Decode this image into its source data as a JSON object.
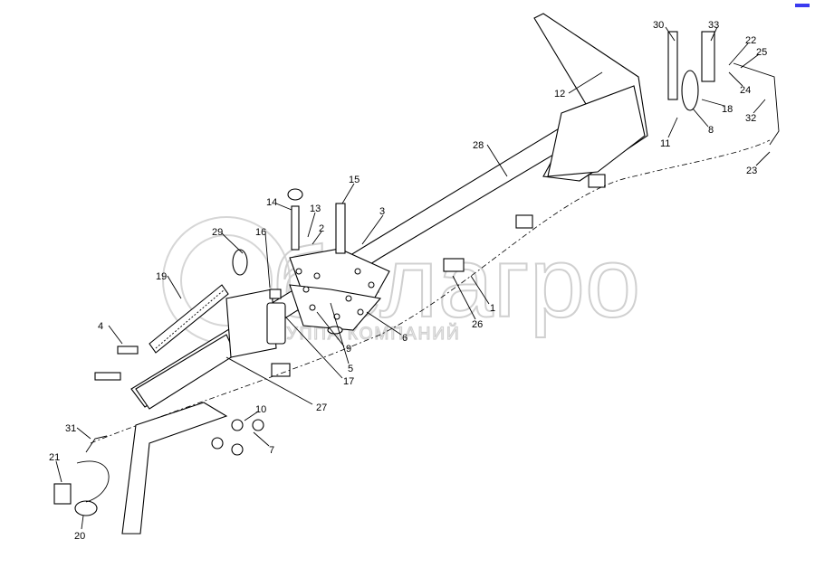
{
  "watermark": {
    "brand": "белагро",
    "subtitle": "ГРУППА КОМПАНИЙ"
  },
  "colors": {
    "lines": "#000000",
    "watermark": "#d0d0d0",
    "corner_mark": "#3a3af0"
  },
  "callouts": {
    "c30": "30",
    "c33": "33",
    "c22": "22",
    "c25": "25",
    "c24": "24",
    "c18": "18",
    "c8": "8",
    "c32": "32",
    "c11": "11",
    "c12": "12",
    "c23": "23",
    "c28": "28",
    "c15": "15",
    "c3": "3",
    "c14": "14",
    "c13": "13",
    "c2": "2",
    "c29": "29",
    "c16": "16",
    "c19": "19",
    "c1": "1",
    "c26": "26",
    "c4": "4",
    "c9": "9",
    "c6": "6",
    "c5": "5",
    "c17": "17",
    "c27": "27",
    "c10": "10",
    "c7": "7",
    "c31": "31",
    "c21": "21",
    "c20": "20"
  }
}
